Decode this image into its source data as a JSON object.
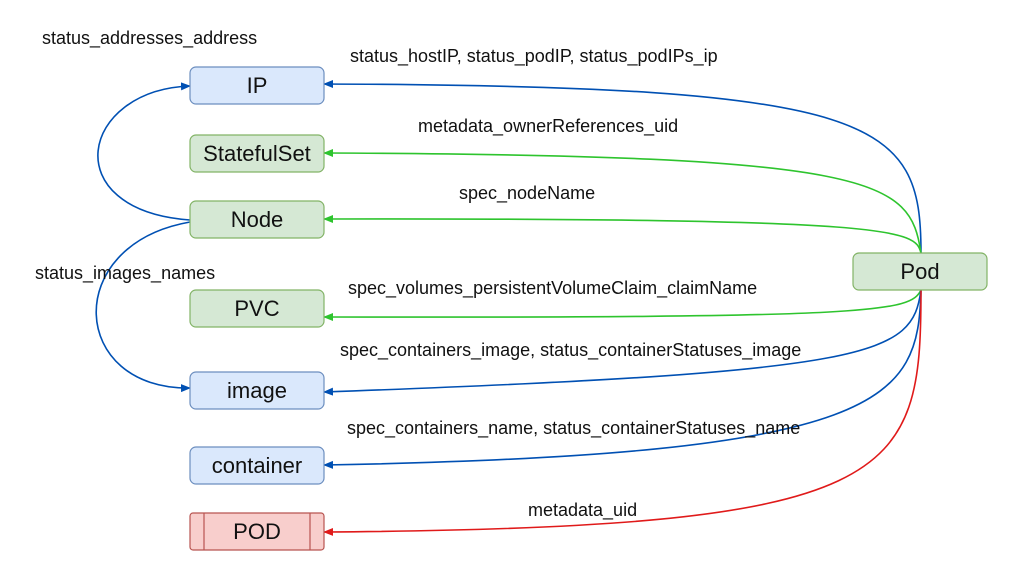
{
  "colors": {
    "blue_fill": "#dae8fc",
    "blue_stroke": "#6c8ebf",
    "green_fill": "#d5e8d4",
    "green_stroke": "#82b366",
    "red_fill": "#f8cecc",
    "red_stroke": "#b85450",
    "edge_blue": "#0050b3",
    "edge_green": "#2ec42e",
    "edge_red": "#e01a1a"
  },
  "nodes": {
    "ip": "IP",
    "statefulset": "StatefulSet",
    "node": "Node",
    "pvc": "PVC",
    "image": "image",
    "container": "container",
    "pod_box": "POD",
    "pod": "Pod"
  },
  "edges": {
    "node_to_ip": "status_addresses_address",
    "node_to_image": "status_images_names",
    "pod_to_ip": "status_hostIP, status_podIP, status_podIPs_ip",
    "pod_to_statefulset": "metadata_ownerReferences_uid",
    "pod_to_node": "spec_nodeName",
    "pod_to_pvc": "spec_volumes_persistentVolumeClaim_claimName",
    "pod_to_image": "spec_containers_image, status_containerStatuses_image",
    "pod_to_container": "spec_containers_name, status_containerStatuses_name",
    "pod_to_podbox": "metadata_uid"
  }
}
